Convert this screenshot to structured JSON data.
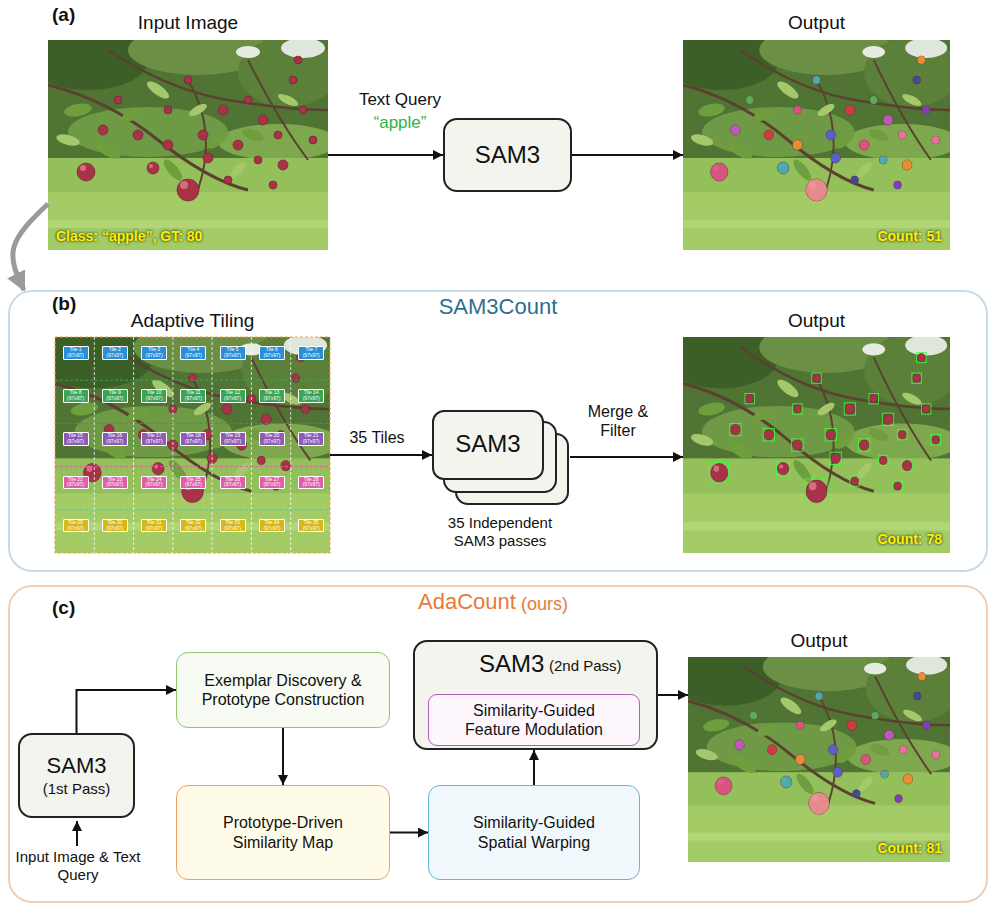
{
  "diagram": {
    "nodes": [
      {
        "text": [
          "Input Image",
          "Class: “apple”, GT: 80"
        ]
      },
      {
        "text": [
          "SAM3"
        ]
      },
      {
        "text": [
          "Output",
          "Count: 51"
        ]
      },
      {
        "text": [
          "SAM3Count"
        ]
      },
      {
        "text": [
          "Adaptive Tiling"
        ],
        "in": 3
      },
      {
        "text": [
          "SAM3",
          "35 Independent SAM3 passes"
        ],
        "in": 3
      },
      {
        "text": [
          "Output",
          "Count: 78"
        ],
        "in": 3
      },
      {
        "text": [
          "AdaCount",
          "(ours)"
        ]
      },
      {
        "text": [
          "SAM3",
          "(1st Pass)"
        ],
        "in": 7
      },
      {
        "text": [
          "Exemplar Discovery & Prototype Construction"
        ],
        "in": 7
      },
      {
        "text": [
          "SAM3",
          "(2nd Pass)"
        ],
        "in": 7
      },
      {
        "text": [
          "Similarity-Guided Feature Modulation"
        ],
        "in": 10
      },
      {
        "text": [
          "Prototype-Driven Similarity Map"
        ],
        "in": 7
      },
      {
        "text": [
          "Similarity-Guided Spatial Warping"
        ],
        "in": 7
      },
      {
        "text": [
          "Output",
          "Count: 81"
        ],
        "in": 7
      }
    ],
    "edges": [
      {
        "from": 0,
        "to": 1,
        "label": "Text Query",
        "arrow": "to"
      },
      {
        "from": 1,
        "to": 2,
        "arrow": "to"
      },
      {
        "from": 0,
        "to": 3,
        "arrow": "to"
      },
      {
        "from": 4,
        "to": 5,
        "label": "35 Tiles",
        "arrow": "to"
      },
      {
        "from": 5,
        "to": 6,
        "label": "Merge & Filter",
        "arrow": "to"
      },
      {
        "from": 8,
        "to": 9,
        "arrow": "to"
      },
      {
        "from": 9,
        "to": 12,
        "arrow": "to"
      },
      {
        "from": 12,
        "to": 13,
        "arrow": "to"
      },
      {
        "from": 13,
        "to": 10,
        "arrow": "to"
      },
      {
        "from": 10,
        "to": 14,
        "arrow": "to"
      }
    ],
    "labels": [
      "(a)",
      "“apple”",
      "(b)",
      "Tile 1 (97x97)",
      "Tile 2 (97x97)",
      "Tile 3 (97x97)",
      "Tile 4 (97x97)",
      "Tile 5 (97x97)",
      "Tile 6 (97x97)",
      "Tile 7 (97x97)",
      "Tile 8 (97x97)",
      "Tile 9 (97x97)",
      "Tile 10 (97x97)",
      "Tile 11 (97x97)",
      "Tile 12 (97x97)",
      "Tile 13 (97x97)",
      "Tile 14 (97x97)",
      "Tile 15 (97x97)",
      "Tile 16 (97x97)",
      "Tile 17 (97x97)",
      "Tile 18 (97x97)",
      "Tile 19 (97x97)",
      "Tile 20 (97x97)",
      "Tile 21 (97x97)",
      "Tile 22 (97x97)",
      "Tile 23 (97x97)",
      "Tile 24 (97x97)",
      "Tile 25 (97x97)",
      "Tile 26 (97x97)",
      "Tile 27 (97x97)",
      "Tile 28 (97x97)",
      "Tile 29 (97x97)",
      "Tile 30 (97x97)",
      "Tile 31 (97x97)",
      "Tile 32 (97x97)",
      "Tile 33 (97x97)",
      "Tile 34 (97x97)",
      "Tile 35 (97x97)",
      "(c)",
      "Input Image & Text Query"
    ]
  }
}
